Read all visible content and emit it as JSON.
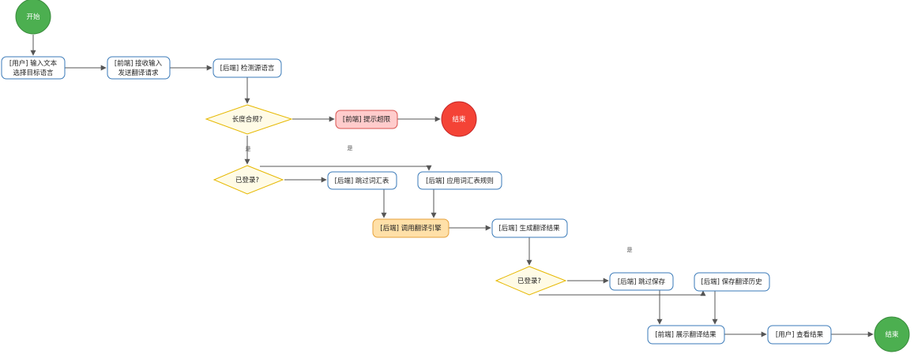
{
  "nodes": {
    "start": "开始",
    "user_input_l1": "[用户] 输入文本",
    "user_input_l2": "选择目标语言",
    "fe_receive_l1": "[前端] 接收输入",
    "fe_receive_l2": "发送翻译请求",
    "be_detect": "[后端] 检测源语言",
    "length_ok": "长度合规?",
    "fe_limit": "[前端] 提示超限",
    "end_top": "结束",
    "logged_in_1": "已登录?",
    "be_skip_glossary": "[后端] 跳过词汇表",
    "be_apply_glossary": "[后端] 应用词汇表规则",
    "be_call_engine": "[后端] 调用翻译引擎",
    "be_generate": "[后端] 生成翻译结果",
    "logged_in_2": "已登录?",
    "be_skip_save": "[后端] 跳过保存",
    "be_save_history": "[后端] 保存翻译历史",
    "fe_show": "[前端] 展示翻译结果",
    "user_view": "[用户] 查看结果",
    "end_bottom": "结束"
  },
  "edge_labels": {
    "length_yes": "是",
    "login1_yes": "是",
    "login2_yes": "是"
  },
  "colors": {
    "start_fill": "#4caf50",
    "end_top_fill": "#f44336",
    "end_bottom_fill": "#4caf50",
    "process_border": "#3a7ab8",
    "decision_fill": "#fffbe6",
    "decision_border": "#e6b800",
    "alert_fill": "#ffcccc",
    "alert_border": "#d9534f",
    "engine_fill": "#ffe0a8",
    "engine_border": "#e6a23c"
  }
}
